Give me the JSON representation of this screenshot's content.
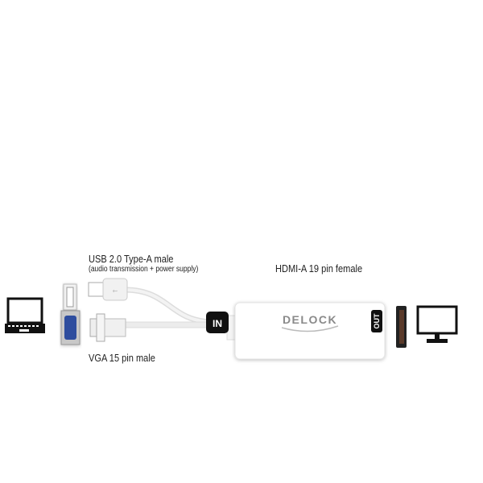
{
  "labels": {
    "usb_title": "USB 2.0 Type-A male",
    "usb_subtitle": "(audio transmission + power supply)",
    "hdmi_title": "HDMI-A 19 pin female",
    "vga_title": "VGA 15 pin male"
  },
  "badges": {
    "in": "IN",
    "out": "OUT"
  },
  "logo": "DELOCK",
  "colors": {
    "vga_port": "#2d4e9e",
    "badge": "#111111",
    "cable": "#e6e6e6"
  }
}
